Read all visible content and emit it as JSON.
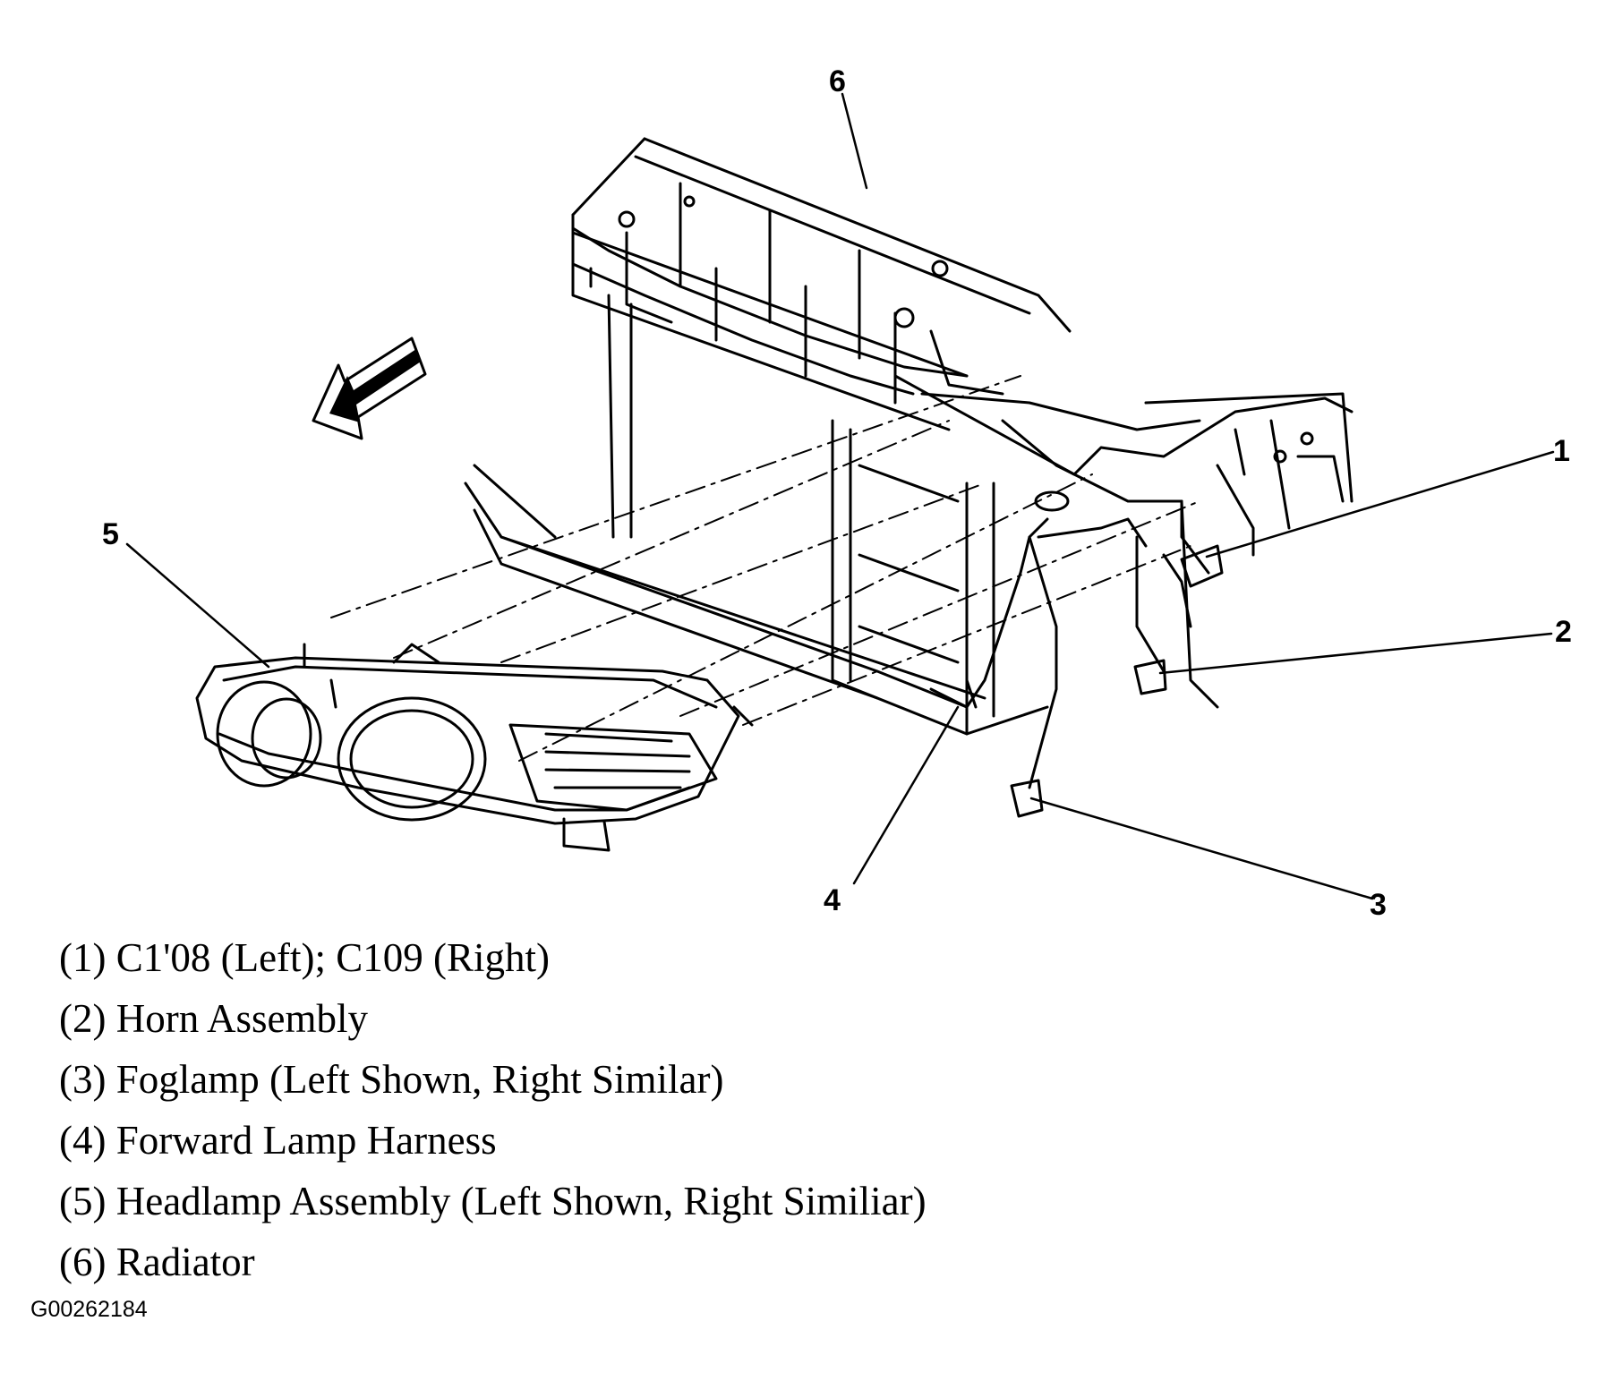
{
  "callouts": [
    {
      "number": "1",
      "name": "C108 (Left); C109 (Right)"
    },
    {
      "number": "2",
      "name": "Horn Assembly"
    },
    {
      "number": "3",
      "name": "Foglamp (Left Shown, Right Similar)"
    },
    {
      "number": "4",
      "name": "Forward Lamp Harness"
    },
    {
      "number": "5",
      "name": "Headlamp Assembly (Left Shown, Right Similiar)"
    },
    {
      "number": "6",
      "name": "Radiator"
    }
  ],
  "legend": [
    "(1) C1'08 (Left); C109 (Right)",
    "(2) Horn Assembly",
    "(3) Foglamp (Left Shown, Right Similar)",
    "(4) Forward Lamp Harness",
    "(5) Headlamp Assembly (Left Shown, Right Similiar)",
    "(6) Radiator"
  ],
  "figure_id": "G00262184",
  "colors": {
    "ink": "#000000",
    "paper": "#ffffff"
  },
  "icons": [
    "front-direction-arrow-icon"
  ]
}
